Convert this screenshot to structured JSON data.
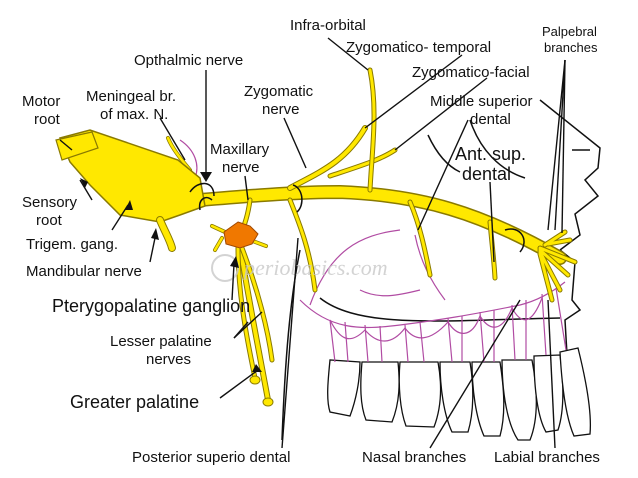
{
  "labels": {
    "motor_root": [
      "Motor",
      "root"
    ],
    "meningeal": [
      "Meningeal br.",
      "of max. N."
    ],
    "opthalmic": "Opthalmic nerve",
    "infra_orbital": "Infra-orbital",
    "zygomatico_temporal": "Zygomatico- temporal",
    "palpebral": [
      "Palpebral",
      "branches"
    ],
    "zygomatic": [
      "Zygomatic",
      "nerve"
    ],
    "zygomatico_facial": "Zygomatico-facial",
    "middle_superior": [
      "Middle superior",
      "dental"
    ],
    "maxillary": [
      "Maxillary",
      "nerve"
    ],
    "ant_sup": [
      "Ant. sup.",
      "dental"
    ],
    "sensory_root": [
      "Sensory",
      "root"
    ],
    "trigem_gang": "Trigem. gang.",
    "mandibular": "Mandibular nerve",
    "pterygopalatine": "Pterygopalatine ganglion",
    "lesser_palatine": [
      "Lesser palatine",
      "nerves"
    ],
    "greater_palatine": "Greater palatine",
    "posterior_superio": "Posterior superio dental",
    "nasal_branches": "Nasal branches",
    "labial_branches": "Labial branches"
  },
  "watermark": "periobasics.com",
  "colors": {
    "nerve": "#ffe800",
    "ganglion": "#f07800",
    "plexus": "#b14ca3",
    "outline": "#111111"
  }
}
